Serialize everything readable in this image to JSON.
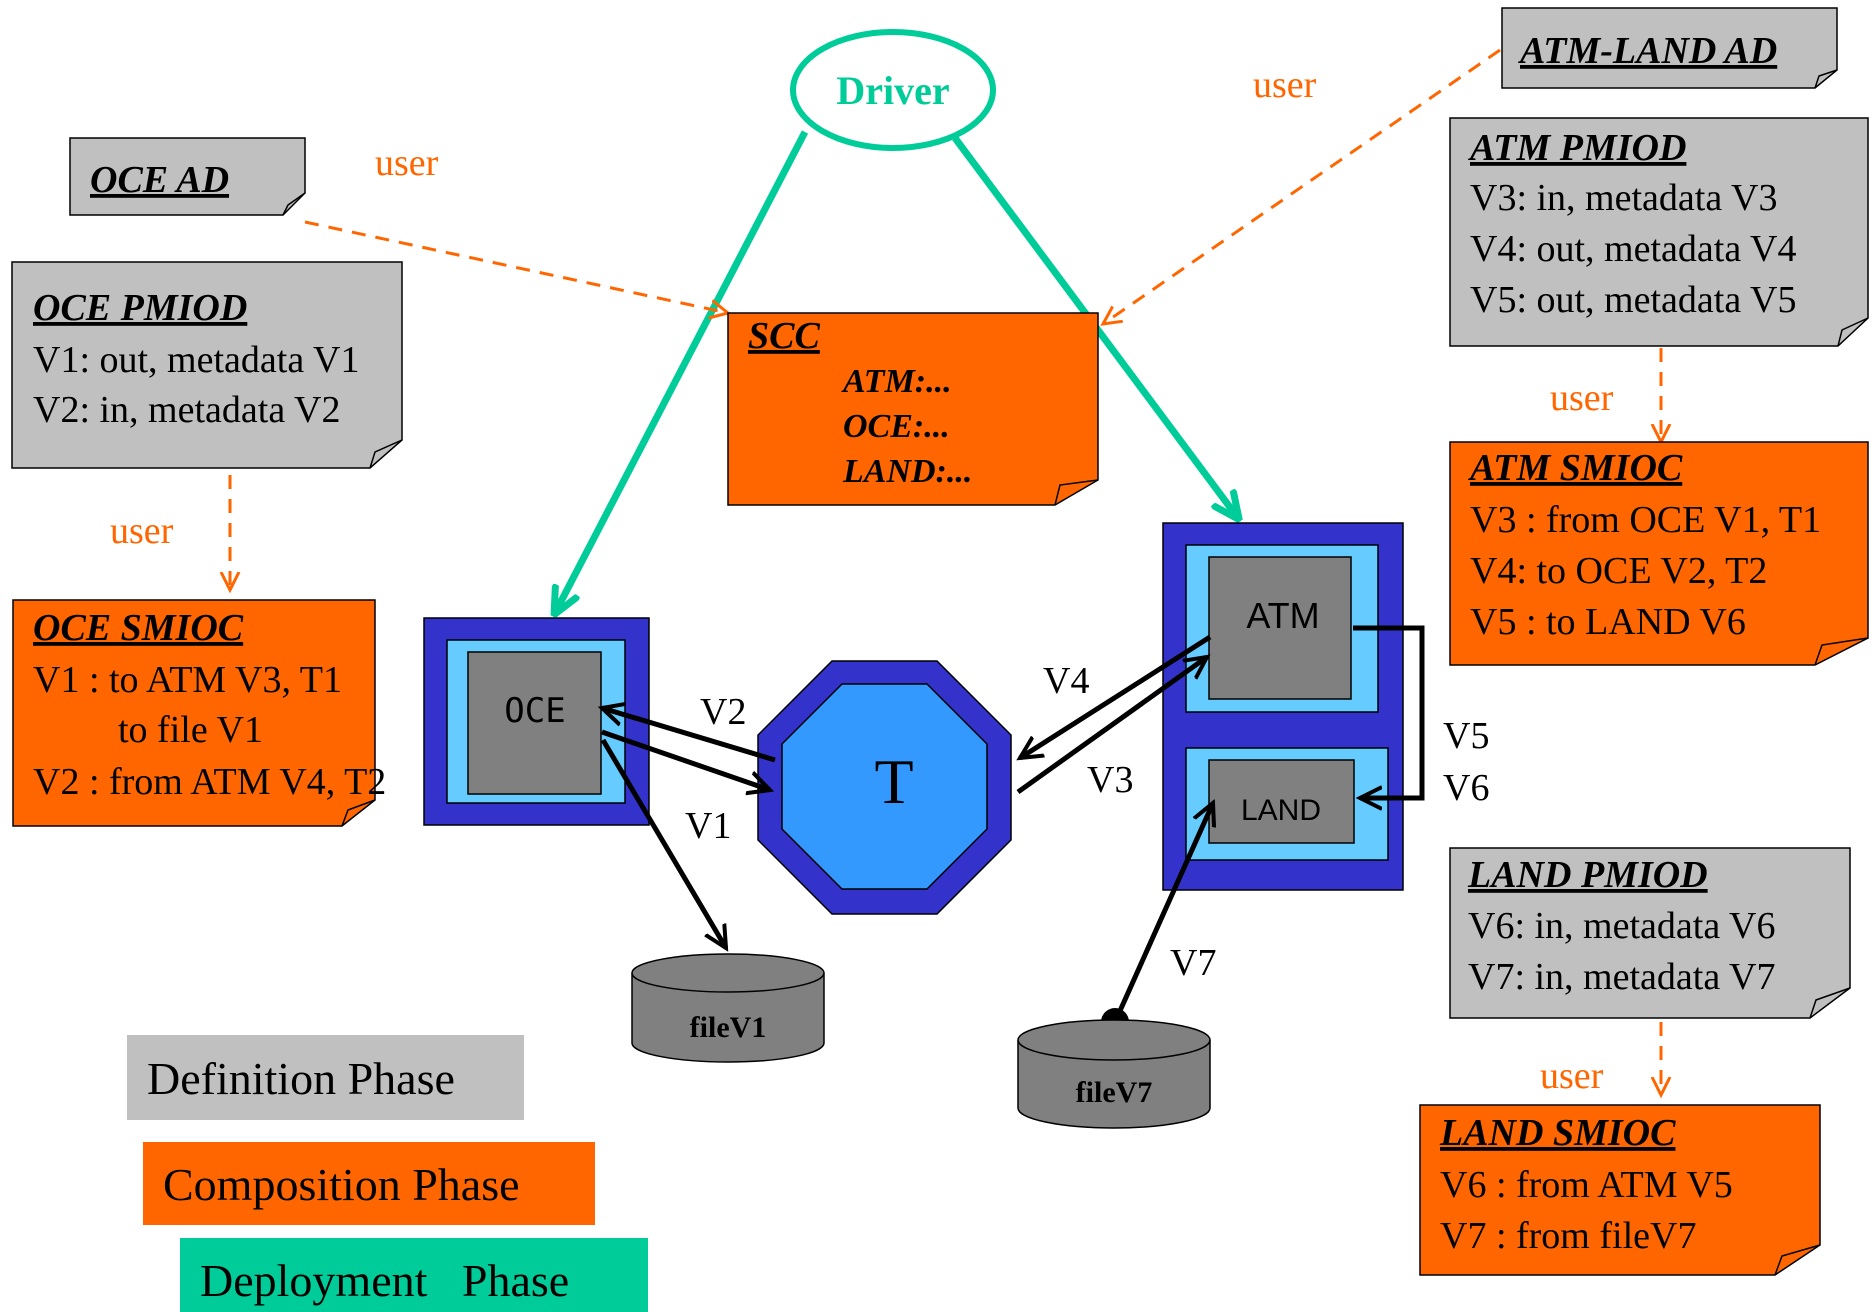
{
  "colors": {
    "gray": "#c0c0c0",
    "orange": "#ff6600",
    "teal": "#00cc99",
    "userArrow": "#ff6600",
    "blueOuter": "#3333cc",
    "blueInner": "#66ccff",
    "blueT": "#3399ff",
    "compGray": "#808080"
  },
  "driver": {
    "label": "Driver"
  },
  "user_label": "user",
  "oce_ad": {
    "title": "OCE AD"
  },
  "oce_pmiod": {
    "title": "OCE PMIOD",
    "lines": [
      "V1: out, metadata V1",
      "V2: in, metadata V2"
    ]
  },
  "oce_smioc": {
    "title": "OCE SMIOC",
    "lines": [
      "V1 : to ATM V3, T1",
      "to file V1",
      "V2 : from ATM V4, T2"
    ]
  },
  "scc": {
    "title": "SCC",
    "lines": [
      "ATM:...",
      "OCE:...",
      "LAND:..."
    ]
  },
  "atm_land_ad": {
    "title": "ATM-LAND AD"
  },
  "atm_pmiod": {
    "title": "ATM PMIOD",
    "lines": [
      "V3: in, metadata V3",
      "V4: out, metadata V4",
      "V5: out, metadata V5"
    ]
  },
  "atm_smioc": {
    "title": "ATM SMIOC",
    "lines": [
      "V3 : from OCE V1, T1",
      "V4: to OCE V2, T2",
      "V5 : to LAND V6"
    ]
  },
  "land_pmiod": {
    "title": "LAND PMIOD",
    "lines": [
      "V6: in, metadata V6",
      "V7: in, metadata V7"
    ]
  },
  "land_smioc": {
    "title": "LAND SMIOC",
    "lines": [
      "V6 : from ATM V5",
      "V7 : from fileV7"
    ]
  },
  "components": {
    "oce": "OCE",
    "atm": "ATM",
    "land": "LAND",
    "transformer": "T"
  },
  "files": {
    "v1": "fileV1",
    "v7": "fileV7"
  },
  "vars": {
    "v1": "V1",
    "v2": "V2",
    "v3": "V3",
    "v4": "V4",
    "v5": "V5",
    "v6": "V6",
    "v7": "V7"
  },
  "legend": {
    "definition": "Definition Phase",
    "composition": "Composition Phase",
    "deployment": "Deployment   Phase"
  }
}
